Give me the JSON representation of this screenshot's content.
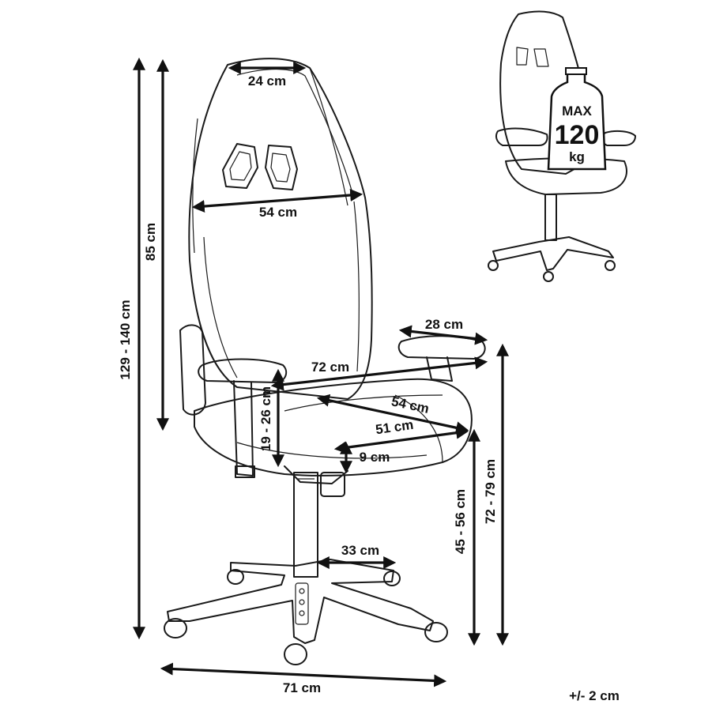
{
  "dimensions": {
    "headrest_width": "24 cm",
    "backrest_width": "54 cm",
    "backrest_height": "85 cm",
    "total_height": "129 - 140 cm",
    "armrest_length": "28 cm",
    "seat_width_outer": "72 cm",
    "armrest_height": "19 - 26 cm",
    "seat_depth": "54 cm",
    "seat_width": "51 cm",
    "seat_thickness": "9 cm",
    "seat_height": "45 - 56 cm",
    "arm_top_height": "72 - 79 cm",
    "cylinder_width": "33 cm",
    "base_width": "71 cm"
  },
  "badge": {
    "max": "MAX",
    "load": "120",
    "unit": "kg"
  },
  "tolerance": "+/- 2 cm"
}
